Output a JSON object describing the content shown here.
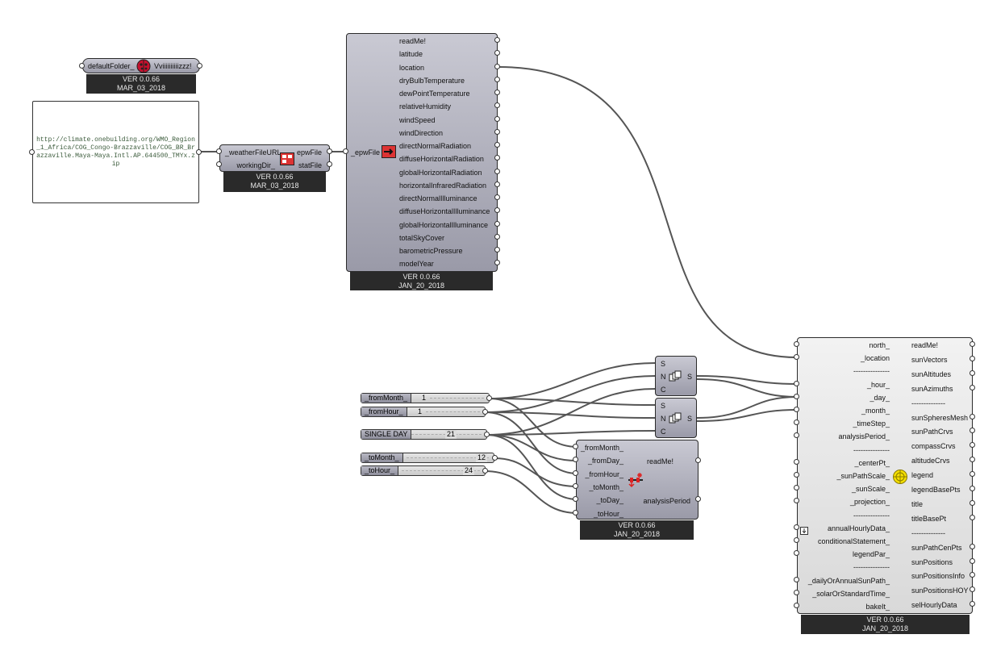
{
  "download_folder": {
    "input": "defaultFolder_",
    "output": "Vviiiiiiiiiizzz!",
    "version": "VER 0.0.66",
    "date": "MAR_03_2018"
  },
  "url_panel": {
    "text": "http://climate.onebuilding.org/WMO_Region_1_Africa/COG_Congo-Brazzaville/COG_BR_Brazzaville.Maya-Maya.Intl.AP.644500_TMYx.zip"
  },
  "download_weather": {
    "inputs": [
      "_weatherFileURL",
      "workingDir_"
    ],
    "outputs": [
      "epwFile",
      "statFile"
    ],
    "version": "VER 0.0.66",
    "date": "MAR_03_2018"
  },
  "import_epw": {
    "input": "_epwFile",
    "outputs": [
      "readMe!",
      "latitude",
      "location",
      "dryBulbTemperature",
      "dewPointTemperature",
      "relativeHumidity",
      "windSpeed",
      "windDirection",
      "directNormalRadiation",
      "diffuseHorizontalRadiation",
      "globalHorizontalRadiation",
      "horizontalInfraredRadiation",
      "directNormalIlluminance",
      "diffuseHorizontalIlluminance",
      "globalHorizontalIlluminance",
      "totalSkyCover",
      "barometricPressure",
      "modelYear"
    ],
    "version": "VER 0.0.66",
    "date": "JAN_20_2018"
  },
  "sliders": {
    "from_month": {
      "name": "_fromMonth_",
      "value": "1"
    },
    "from_hour": {
      "name": "_fromHour_",
      "value": "1"
    },
    "single_day": {
      "name": "SINGLE DAY",
      "value": "21"
    },
    "to_month": {
      "name": "_toMonth_",
      "value": "12"
    },
    "to_hour": {
      "name": "_toHour_",
      "value": "24"
    }
  },
  "series_1": {
    "inputs": [
      "S",
      "N",
      "C"
    ],
    "output": "S"
  },
  "series_2": {
    "inputs": [
      "S",
      "N",
      "C"
    ],
    "output": "S"
  },
  "analysis_period": {
    "inputs": [
      "_fromMonth_",
      "_fromDay_",
      "_fromHour_",
      "_toMonth_",
      "_toDay_",
      "_toHour_"
    ],
    "outputs": [
      "readMe!",
      "analysisPeriod"
    ],
    "version": "VER 0.0.66",
    "date": "JAN_20_2018"
  },
  "sunpath": {
    "inputs": [
      "north_",
      "_location",
      "---------------",
      "_hour_",
      "_day_",
      "_month_",
      "_timeStep_",
      "analysisPeriod_",
      "---------------",
      "_centerPt_",
      "_sunPathScale_",
      "_sunScale_",
      "_projection_",
      "---------------",
      "annualHourlyData_",
      "conditionalStatement_",
      "legendPar_",
      "---------------",
      "_dailyOrAnnualSunPath_",
      "_solarOrStandardTime_",
      "bakeIt_"
    ],
    "outputs": [
      "readMe!",
      "sunVectors",
      "sunAltitudes",
      "sunAzimuths",
      "--------------",
      "sunSpheresMesh",
      "sunPathCrvs",
      "compassCrvs",
      "altitudeCrvs",
      "legend",
      "legendBasePts",
      "title",
      "titleBasePt",
      "--------------",
      "sunPathCenPts",
      "sunPositions",
      "sunPositionsInfo",
      "sunPositionsHOY",
      "selHourlyData"
    ],
    "version": "VER 0.0.66",
    "date": "JAN_20_2018"
  },
  "colors": {
    "wire": "#555555",
    "component": "#a3a3b0",
    "version_bar": "#2a2a2a",
    "panel_text": "#3a5a3a"
  }
}
